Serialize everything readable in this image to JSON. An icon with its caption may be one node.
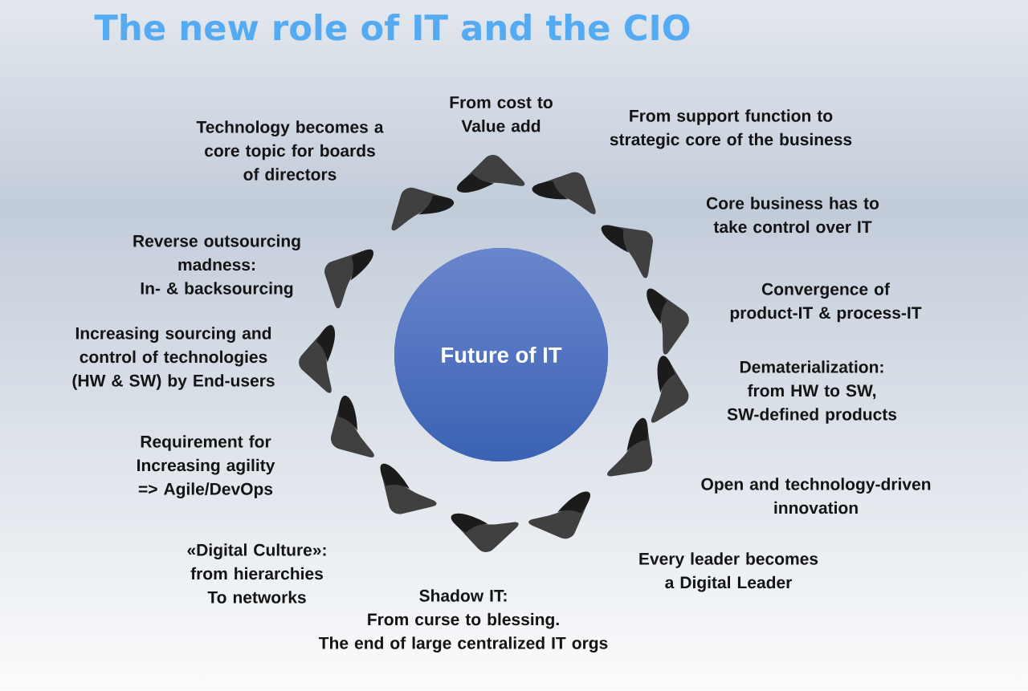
{
  "diagram": {
    "title": "The new role of IT and the CIO",
    "nodes": [
      {
        "text": [
          "Future of IT"
        ]
      }
    ],
    "labels": [
      "From cost to Value add",
      "From support function to strategic core of the business",
      "Core business has to take control over IT",
      "Convergence of product-IT & process-IT",
      "Dematerialization: from HW to SW, SW-defined products",
      "Open and technology-driven innovation",
      "Every leader becomes a Digital Leader",
      "Shadow IT: From curse to blessing. The end of large centralized IT orgs",
      "«Digital Culture»: from hierarchies To networks",
      "Requirement for Increasing agility => Agile/DevOps",
      "Increasing sourcing and control of technologies (HW & SW) by End-users",
      "Reverse outsourcing madness: In- & backsourcing",
      "Technology becomes a core topic for boards of directors"
    ]
  }
}
